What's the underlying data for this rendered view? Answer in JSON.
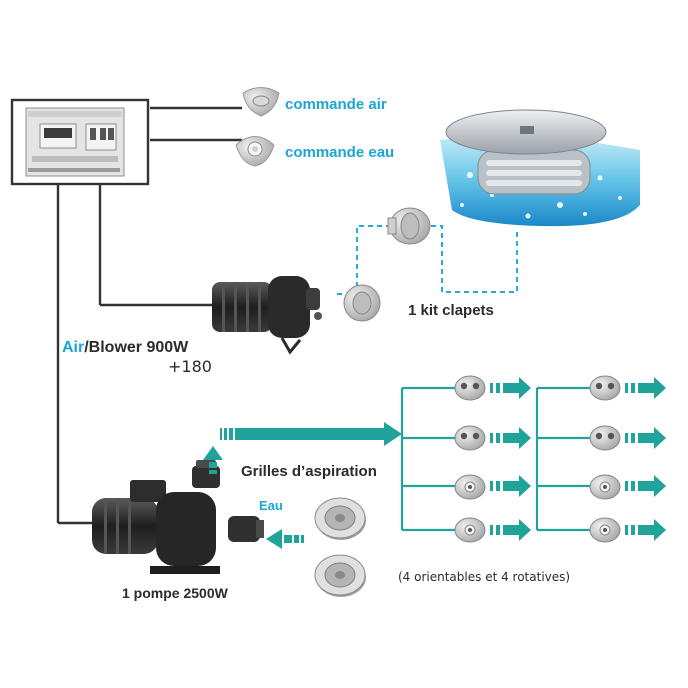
{
  "labels": {
    "commande_air": "commande air",
    "commande_eau": "commande eau",
    "kit_clapets": "1 kit clapets",
    "air_prefix": "Air",
    "blower": "/Blower 900W",
    "blower_extra": "+180",
    "grilles": "Grilles d’aspiration",
    "eau": "Eau",
    "pompe": "1 pompe 2500W",
    "orientables": "(4 orientables et 4 rotatives)"
  },
  "colors": {
    "accent": "#19a6d6",
    "flow": "#1fa39a",
    "dashed": "#29a9d9",
    "line": "#333333"
  },
  "icons": {
    "control_box": "electrical-control-box",
    "air_button": "air-push-button",
    "water_button": "water-push-button",
    "air_grid": "pool-air-grid-nozzle",
    "blower": "air-blower-motor",
    "check_valve": "check-valve",
    "pump": "water-pump",
    "suction": "suction-grille",
    "nozzle_orientable": "orientable-jet-nozzle",
    "nozzle_rotative": "rotative-jet-nozzle"
  }
}
